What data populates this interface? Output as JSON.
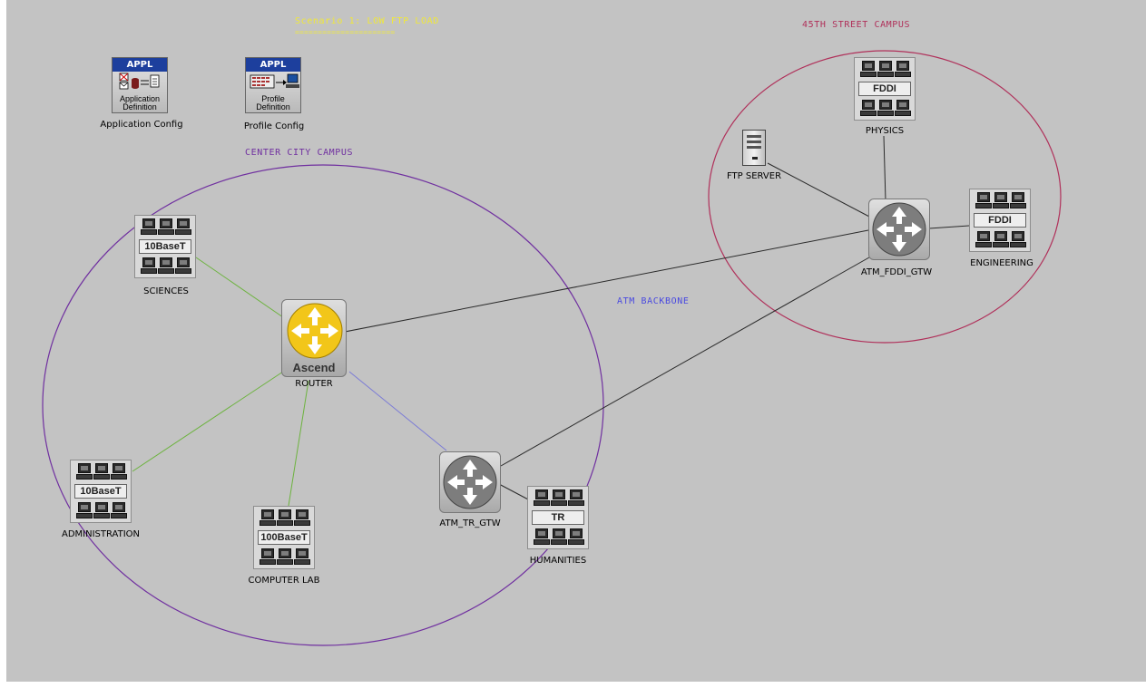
{
  "scenario": {
    "title": "Scenario 1: LOW FTP LOAD",
    "underline": "======================"
  },
  "campuses": {
    "center_city": "CENTER CITY CAMPUS",
    "street_45th": "45TH STREET CAMPUS",
    "backbone": "ATM BACKBONE"
  },
  "config_objects": {
    "application": {
      "header": "APPL",
      "line1": "Application",
      "line2": "Definition",
      "label": "Application Config"
    },
    "profile": {
      "header": "APPL",
      "line1": "Profile",
      "line2": "Definition",
      "label": "Profile Config"
    }
  },
  "nodes": {
    "sciences": {
      "badge": "10BaseT",
      "label": "SCIENCES"
    },
    "administration": {
      "badge": "10BaseT",
      "label": "ADMINISTRATION"
    },
    "computer_lab": {
      "badge": "100BaseT",
      "label": "COMPUTER LAB"
    },
    "humanities": {
      "badge": "TR",
      "label": "HUMANITIES"
    },
    "physics": {
      "badge": "FDDI",
      "label": "PHYSICS"
    },
    "engineering": {
      "badge": "FDDI",
      "label": "ENGINEERING"
    },
    "router": {
      "brand": "Ascend",
      "label": "ROUTER"
    },
    "atm_tr_gtw": {
      "label": "ATM_TR_GTW"
    },
    "atm_fddi_gtw": {
      "label": "ATM_FDDI_GTW"
    },
    "ftp_server": {
      "label": "FTP SERVER"
    }
  },
  "colors": {
    "background": "#c3c3c3",
    "center_city_circle": "#7030a0",
    "street_45th_circle": "#b0305a",
    "ethernet_link": "#6db33f",
    "atm_link": "#2a2a2a",
    "router_atm_link": "#7b7bd6",
    "scenario_title": "#f0e83a",
    "backbone_label": "#4a4ae0",
    "router_yellow": "#f2c619"
  },
  "icons": [
    "application-definition-icon",
    "profile-definition-icon",
    "lan-10baset-icon",
    "lan-100baset-icon",
    "lan-tr-icon",
    "lan-fddi-icon",
    "ascend-router-icon",
    "atm-gateway-icon",
    "ftp-server-icon"
  ]
}
